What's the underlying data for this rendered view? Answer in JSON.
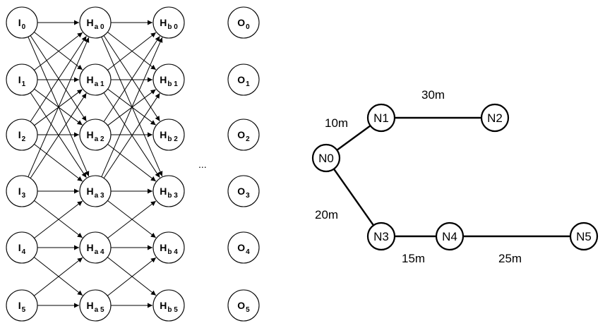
{
  "neural_net": {
    "input_nodes": [
      {
        "label": "I",
        "sub": "0"
      },
      {
        "label": "I",
        "sub": "1"
      },
      {
        "label": "I",
        "sub": "2"
      },
      {
        "label": "I",
        "sub": "3"
      },
      {
        "label": "I",
        "sub": "4"
      },
      {
        "label": "I",
        "sub": "5"
      }
    ],
    "hidden_a_nodes": [
      {
        "label": "H",
        "sub": "a 0"
      },
      {
        "label": "H",
        "sub": "a 1"
      },
      {
        "label": "H",
        "sub": "a 2"
      },
      {
        "label": "H",
        "sub": "a 3"
      },
      {
        "label": "H",
        "sub": "a 4"
      },
      {
        "label": "H",
        "sub": "a 5"
      }
    ],
    "hidden_b_nodes": [
      {
        "label": "H",
        "sub": "b 0"
      },
      {
        "label": "H",
        "sub": "b 1"
      },
      {
        "label": "H",
        "sub": "b 2"
      },
      {
        "label": "H",
        "sub": "b 3"
      },
      {
        "label": "H",
        "sub": "b 4"
      },
      {
        "label": "H",
        "sub": "b 5"
      }
    ],
    "output_nodes": [
      {
        "label": "O",
        "sub": "0"
      },
      {
        "label": "O",
        "sub": "1"
      },
      {
        "label": "O",
        "sub": "2"
      },
      {
        "label": "O",
        "sub": "3"
      },
      {
        "label": "O",
        "sub": "4"
      },
      {
        "label": "O",
        "sub": "5"
      }
    ],
    "connections": [
      [
        0,
        0
      ],
      [
        0,
        1
      ],
      [
        0,
        2
      ],
      [
        0,
        3
      ],
      [
        1,
        0
      ],
      [
        1,
        1
      ],
      [
        1,
        2
      ],
      [
        1,
        3
      ],
      [
        2,
        0
      ],
      [
        2,
        1
      ],
      [
        2,
        2
      ],
      [
        2,
        3
      ],
      [
        3,
        0
      ],
      [
        3,
        1
      ],
      [
        3,
        3
      ],
      [
        3,
        4
      ],
      [
        4,
        3
      ],
      [
        4,
        4
      ],
      [
        4,
        5
      ],
      [
        5,
        4
      ],
      [
        5,
        5
      ]
    ],
    "ellipsis": "..."
  },
  "network": {
    "nodes": [
      {
        "id": "N0",
        "label": "N0"
      },
      {
        "id": "N1",
        "label": "N1"
      },
      {
        "id": "N2",
        "label": "N2"
      },
      {
        "id": "N3",
        "label": "N3"
      },
      {
        "id": "N4",
        "label": "N4"
      },
      {
        "id": "N5",
        "label": "N5"
      }
    ],
    "links": [
      {
        "from": "N0",
        "to": "N1",
        "distance": "10m"
      },
      {
        "from": "N1",
        "to": "N2",
        "distance": "30m"
      },
      {
        "from": "N0",
        "to": "N3",
        "distance": "20m"
      },
      {
        "from": "N3",
        "to": "N4",
        "distance": "15m"
      },
      {
        "from": "N4",
        "to": "N5",
        "distance": "25m"
      }
    ]
  }
}
